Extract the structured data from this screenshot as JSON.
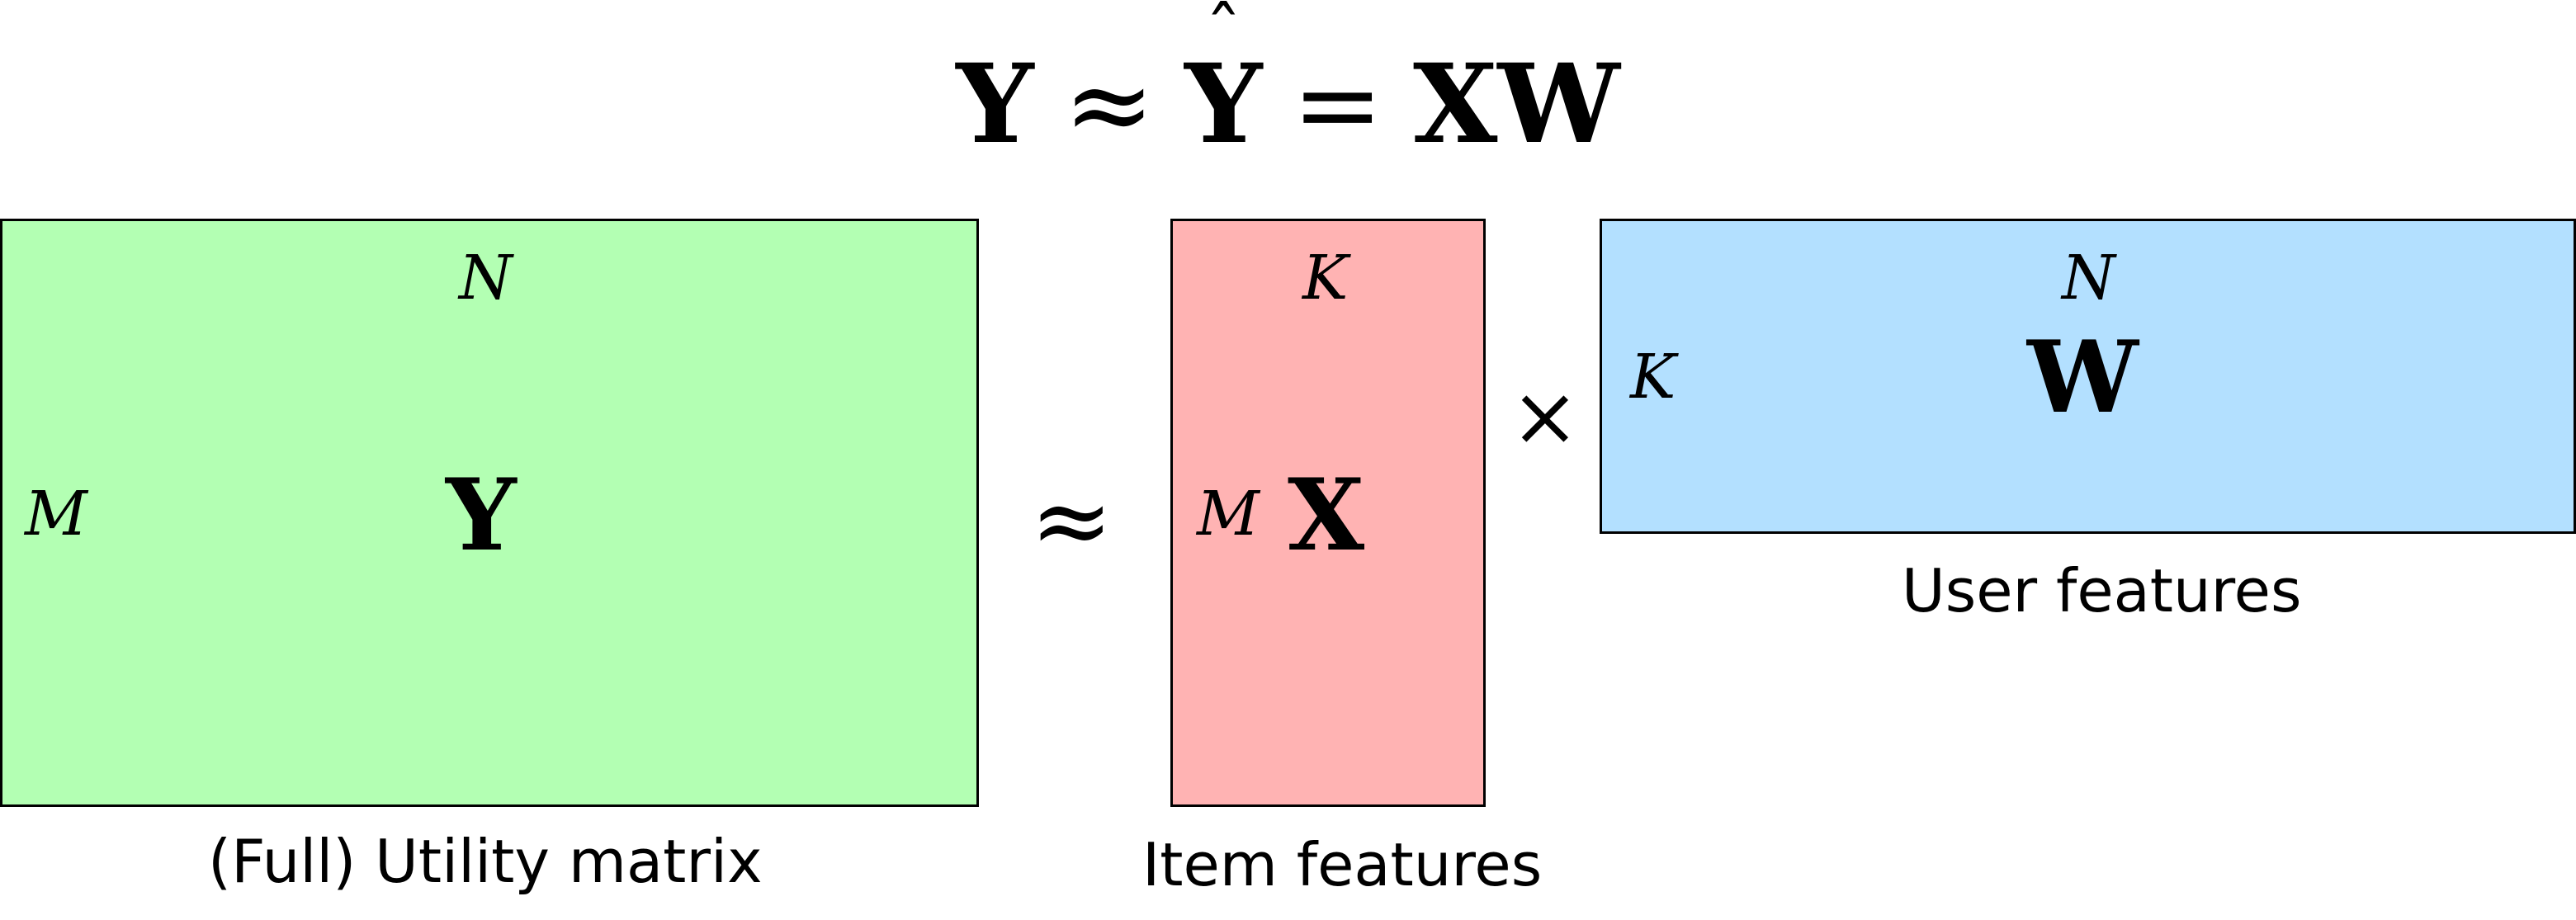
{
  "equation": {
    "lhs": "Y",
    "approx": "≈",
    "hat_symbol": "Y",
    "hat_mark": "ˆ",
    "equals": "=",
    "rhs": "XW"
  },
  "matrix_y": {
    "name": "Y",
    "rows": "M",
    "cols": "N",
    "caption": "(Full) Utility matrix",
    "fill": "#b3ffb3"
  },
  "approx_sign": "≈",
  "matrix_x": {
    "name": "X",
    "rows": "M",
    "cols": "K",
    "caption": "Item features",
    "fill": "#ffb3b3"
  },
  "times_sign": "×",
  "matrix_w": {
    "name": "W",
    "rows": "K",
    "cols": "N",
    "caption": "User features",
    "fill": "#b3e0ff"
  }
}
